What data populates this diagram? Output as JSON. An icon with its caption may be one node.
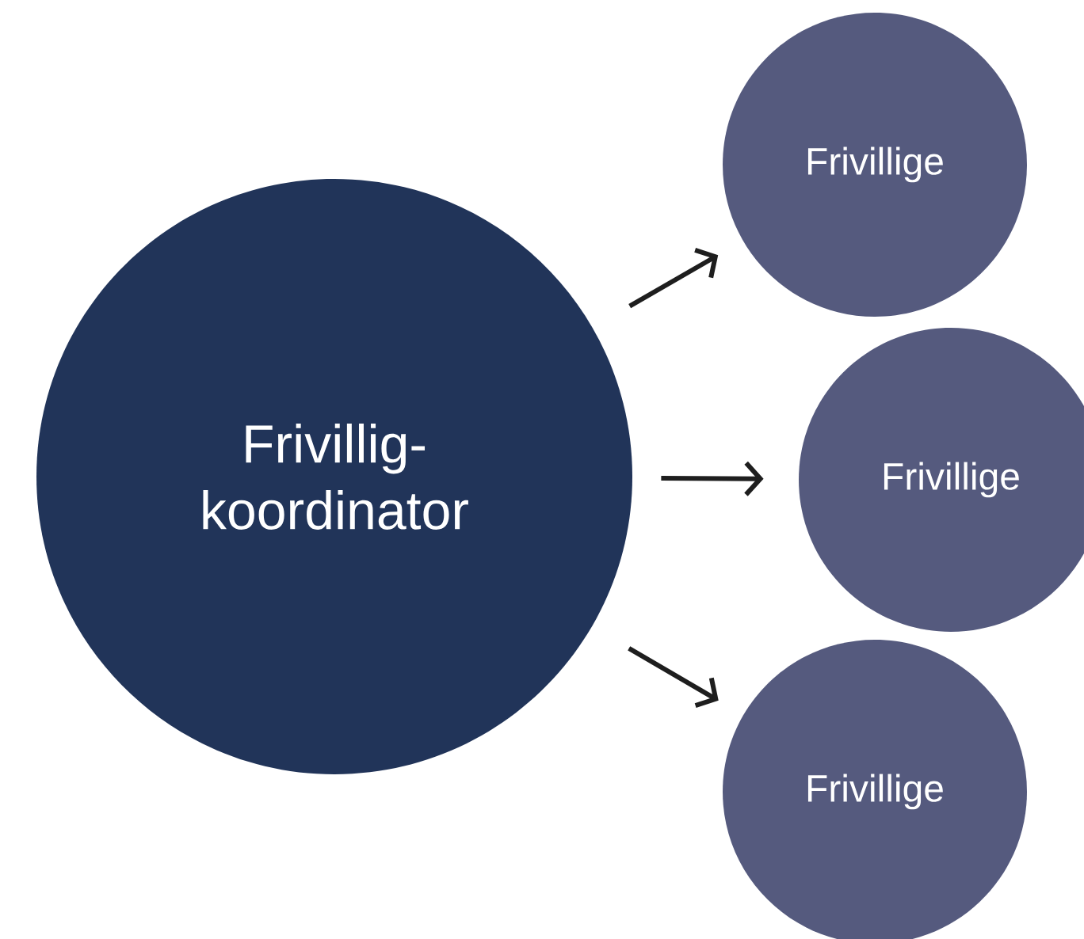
{
  "diagram": {
    "nodes": [
      {
        "text": [
          "Frivillig- koordinator"
        ]
      },
      {
        "text": [
          "Frivillige"
        ]
      },
      {
        "text": [
          "Frivillige"
        ]
      },
      {
        "text": [
          "Frivillige"
        ]
      }
    ],
    "edges": [
      {
        "from": 0,
        "to": 1,
        "arrow": "to"
      },
      {
        "from": 0,
        "to": 2,
        "arrow": "to"
      },
      {
        "from": 0,
        "to": 3,
        "arrow": "to"
      }
    ]
  }
}
